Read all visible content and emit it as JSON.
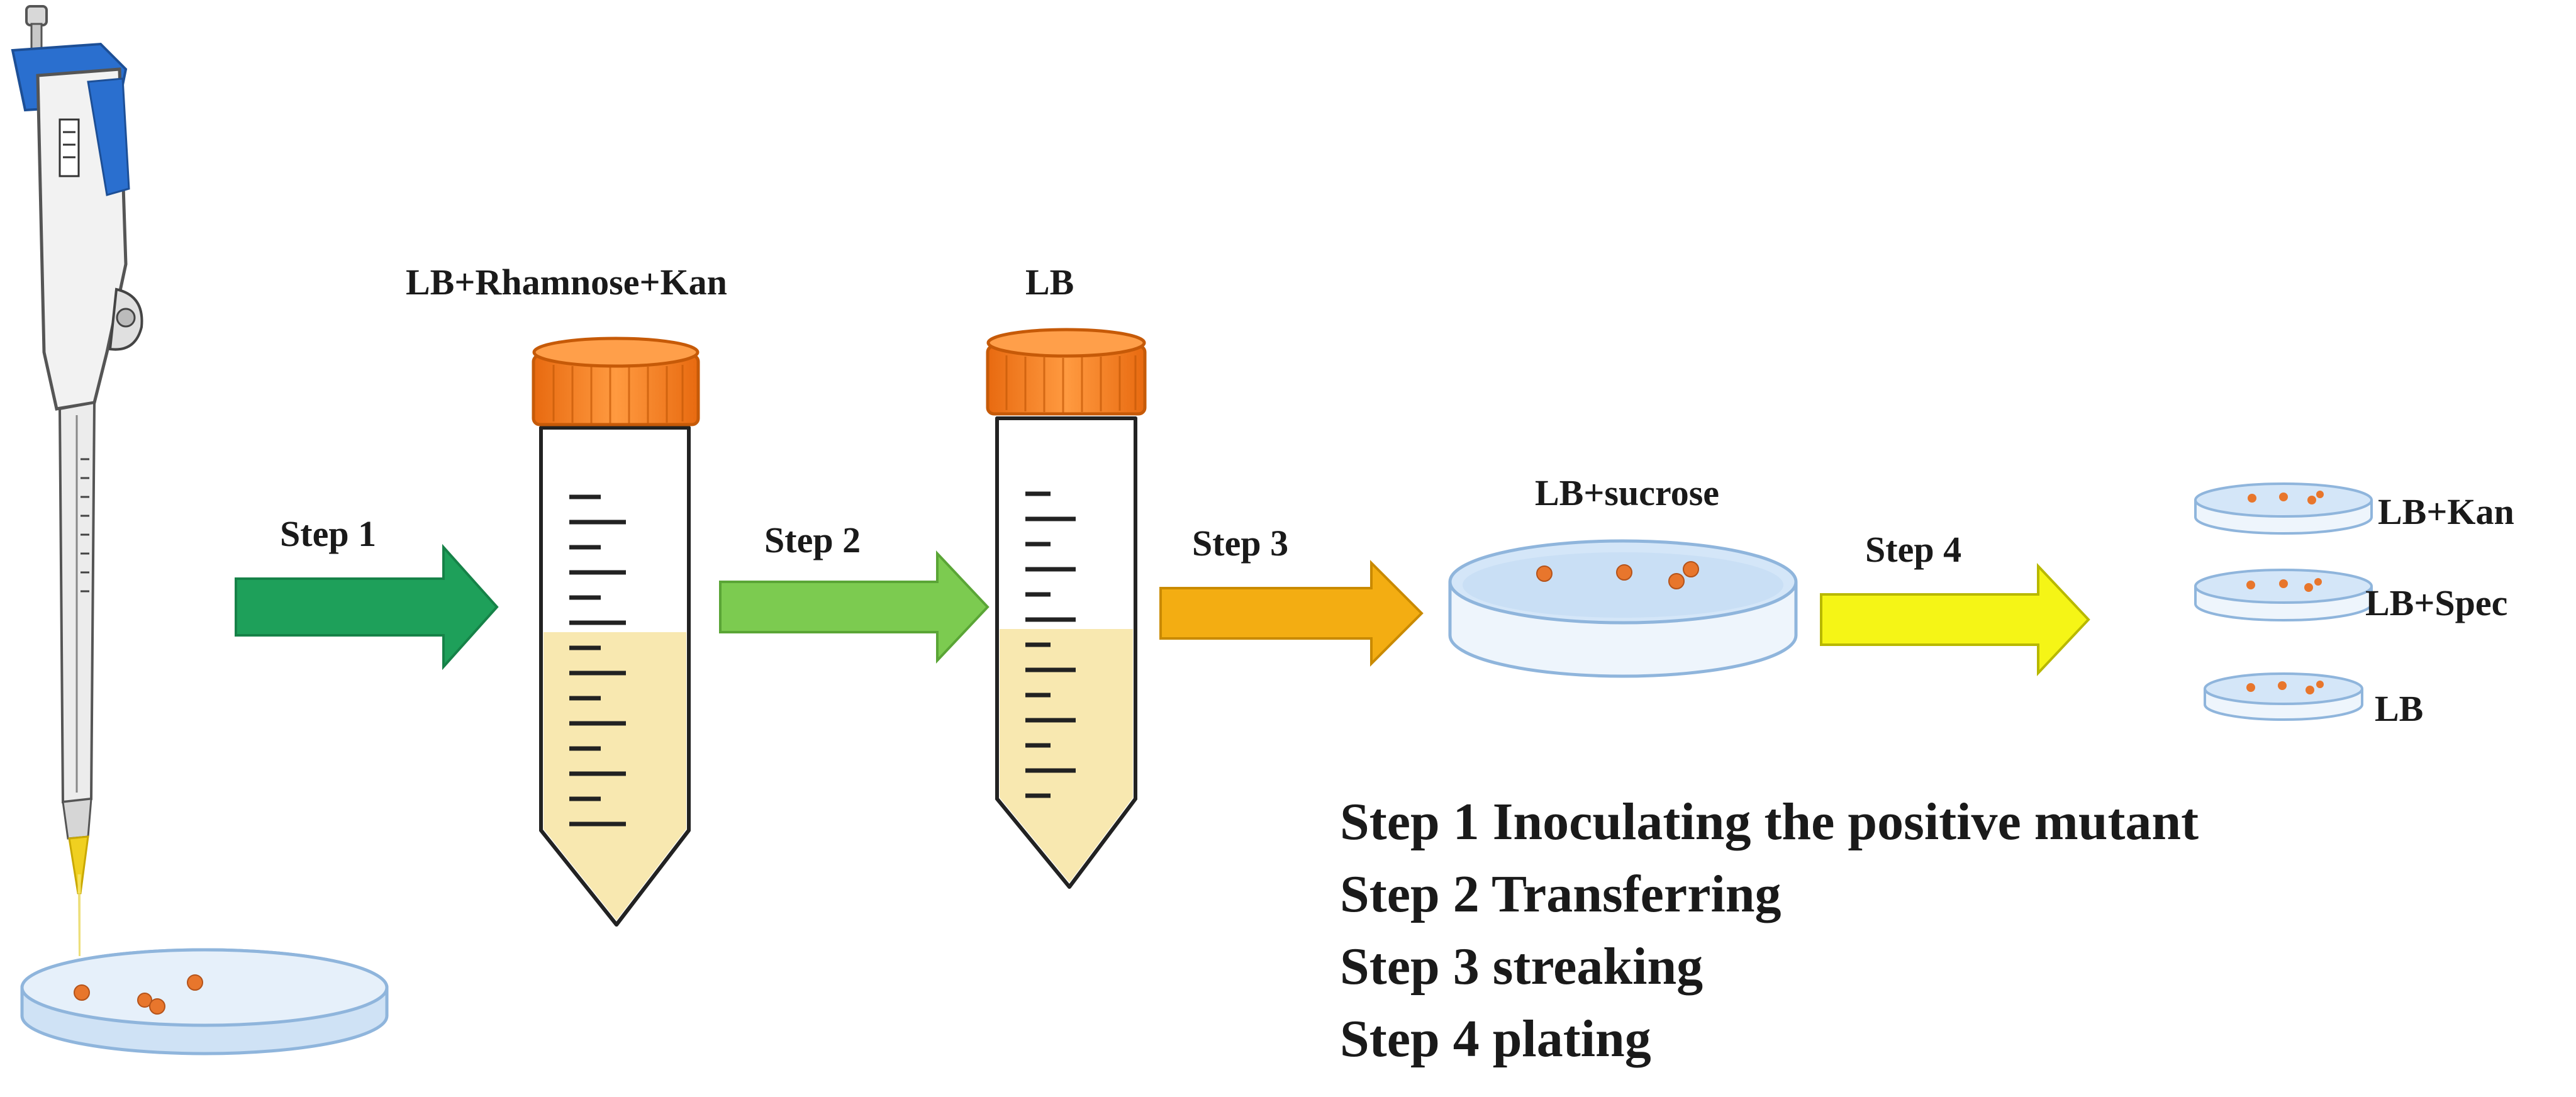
{
  "steps": [
    {
      "label": "Step 1",
      "color": "#1ea05a"
    },
    {
      "label": "Step 2",
      "color": "#7ccb50"
    },
    {
      "label": "Step 3",
      "color": "#f3ad12"
    },
    {
      "label": "Step 4",
      "color": "#f5f516"
    }
  ],
  "media": {
    "tube1": "LB+Rhamnose+Kan",
    "tube2": "LB",
    "dish": "LB+sucrose",
    "plate1": "LB+Kan",
    "plate2": "LB+Spec",
    "plate3": "LB"
  },
  "legend": [
    "Step 1 Inoculating the positive mutant",
    "Step 2 Transferring",
    "Step 3 streaking",
    "Step 4 plating"
  ],
  "colors": {
    "cap": "#f07a1f",
    "cap_dark": "#d45e0a",
    "liquid": "#f8e8b0",
    "colony": "#e8762c",
    "dish_fill": "#dbeaf8",
    "dish_edge": "#8fb5dc",
    "pipette_blue": "#2a6fcf",
    "tip": "#f0d020"
  }
}
